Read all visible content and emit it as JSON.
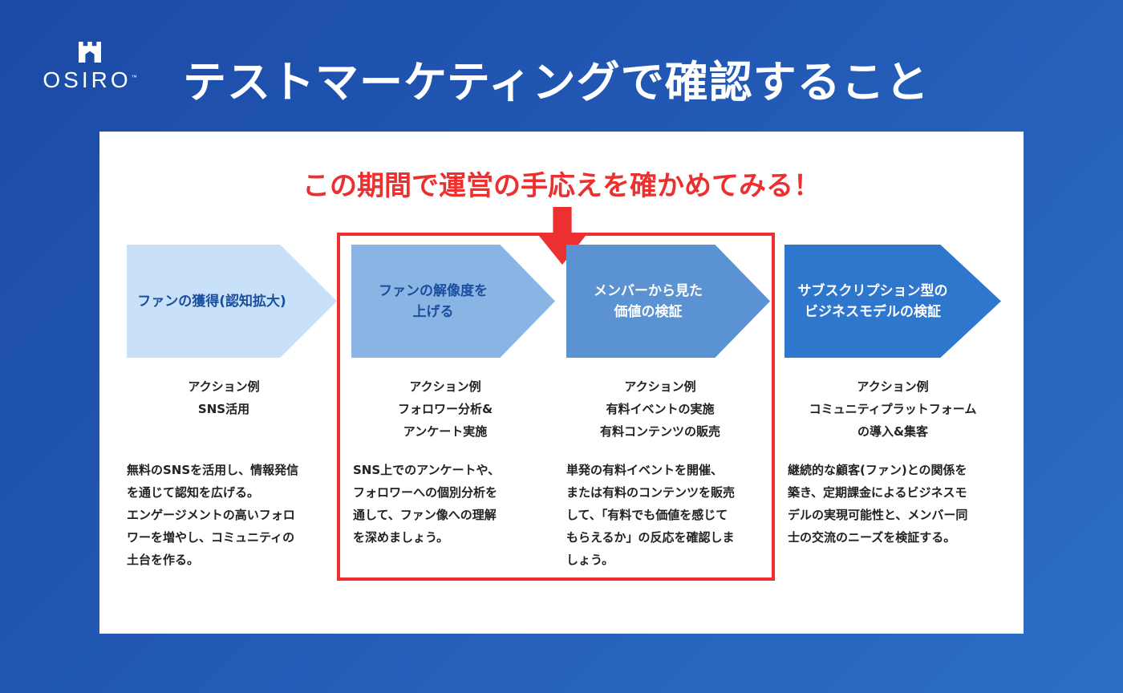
{
  "logo": {
    "text": "OSIRO",
    "tm": "™"
  },
  "title": "テストマーケティングで確認すること",
  "headline": "この期間で運営の手応えを確かめてみる！",
  "stages": [
    {
      "label": [
        "ファンの獲得(認知拡大)"
      ],
      "action_title": "アクション例",
      "action": [
        "SNS活用"
      ],
      "desc": [
        "無料のSNSを活用し、情報発信",
        "を通じて認知を広げる。",
        "エンゲージメントの高いフォロ",
        "ワーを増やし、コミュニティの",
        "土台を作る。"
      ]
    },
    {
      "label": [
        "ファンの解像度を",
        "上げる"
      ],
      "action_title": "アクション例",
      "action": [
        "フォロワー分析&",
        "アンケート実施"
      ],
      "desc": [
        "SNS上でのアンケートや、",
        "フォロワーへの個別分析を",
        "通して、ファン像への理解",
        "を深めましょう。"
      ]
    },
    {
      "label": [
        "メンバーから見た",
        "価値の検証"
      ],
      "action_title": "アクション例",
      "action": [
        "有料イベントの実施",
        "有料コンテンツの販売"
      ],
      "desc": [
        "単発の有料イベントを開催、",
        "または有料のコンテンツを販売",
        "して、「有料でも価値を感じて",
        "もらえるか」の反応を確認しま",
        "しょう。"
      ]
    },
    {
      "label": [
        "サブスクリプション型の",
        "ビジネスモデルの検証"
      ],
      "action_title": "アクション例",
      "action": [
        "コミュニティプラットフォーム",
        "の導入&集客"
      ],
      "desc": [
        "継続的な顧客(ファン)との関係を",
        "築き、定期課金によるビジネスモ",
        "デルの実現可能性と、メンバー同",
        "士の交流のニーズを検証する。"
      ]
    }
  ]
}
